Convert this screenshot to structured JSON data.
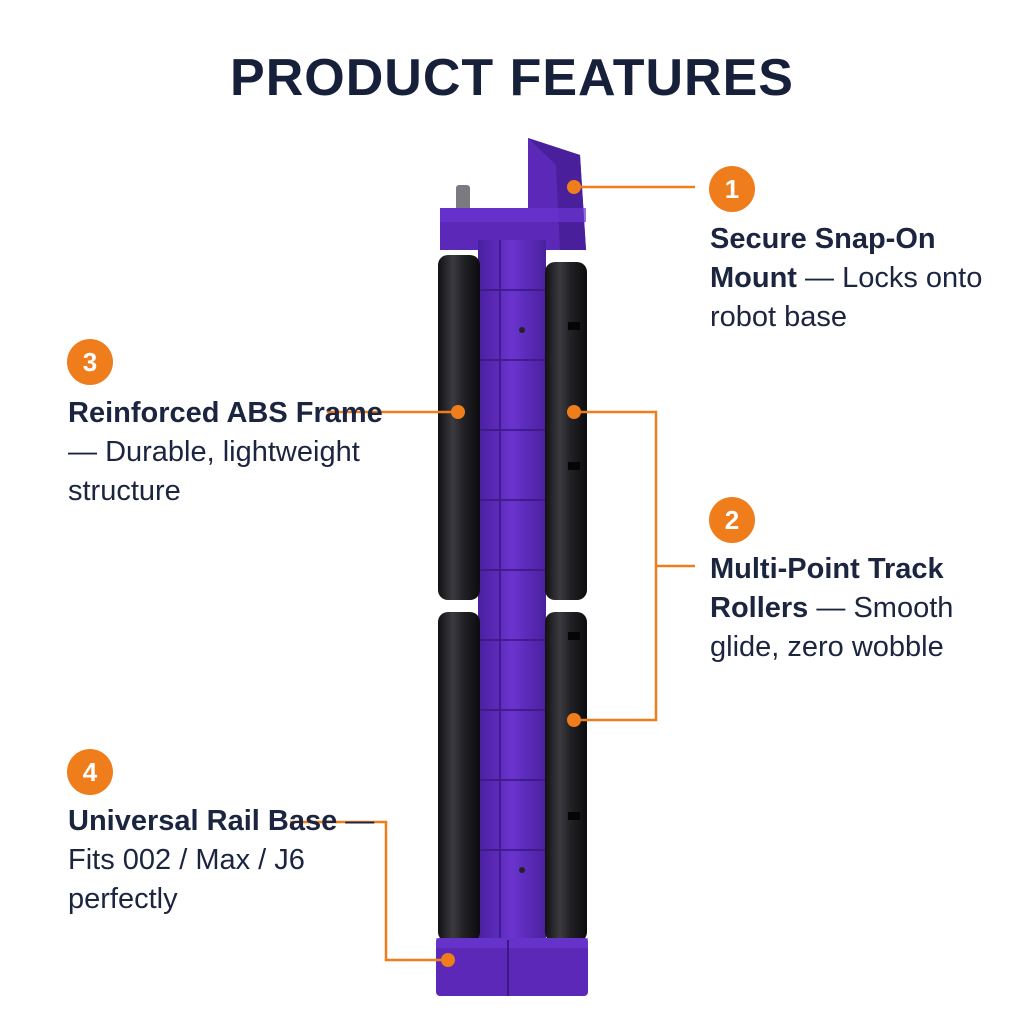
{
  "title": "PRODUCT FEATURES",
  "colors": {
    "accent": "#ef7d1c",
    "frame_purple": "#5b28b8",
    "roller_black": "#1d1d20",
    "heading_navy": "#17203a"
  },
  "features": [
    {
      "number": "1",
      "title": "Secure Snap-On Mount",
      "sep": " — ",
      "desc": "Locks onto robot base"
    },
    {
      "number": "2",
      "title": "Multi-Point Track Rollers",
      "sep": " — ",
      "desc": "Smooth glide, zero wobble"
    },
    {
      "number": "3",
      "title": "Reinforced ABS Frame",
      "sep": " — ",
      "desc": "Durable, lightweight structure"
    },
    {
      "number": "4",
      "title": "Universal Rail Base",
      "sep": " — ",
      "desc": "Fits 002 / Max / J6 perfectly"
    }
  ]
}
